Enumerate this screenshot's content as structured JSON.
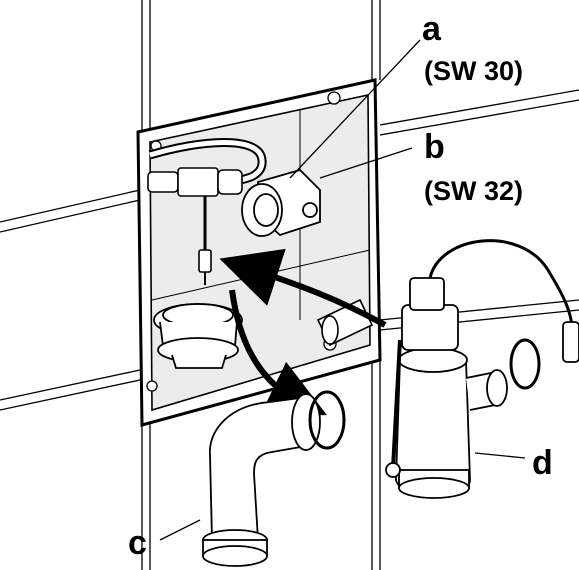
{
  "labels": {
    "a": "a",
    "a_spec": "(SW 30)",
    "b": "b",
    "b_spec": "(SW 32)",
    "c": "c",
    "d": "d"
  },
  "colors": {
    "line": "#000000",
    "background": "#ffffff",
    "recess": "#ececec"
  }
}
